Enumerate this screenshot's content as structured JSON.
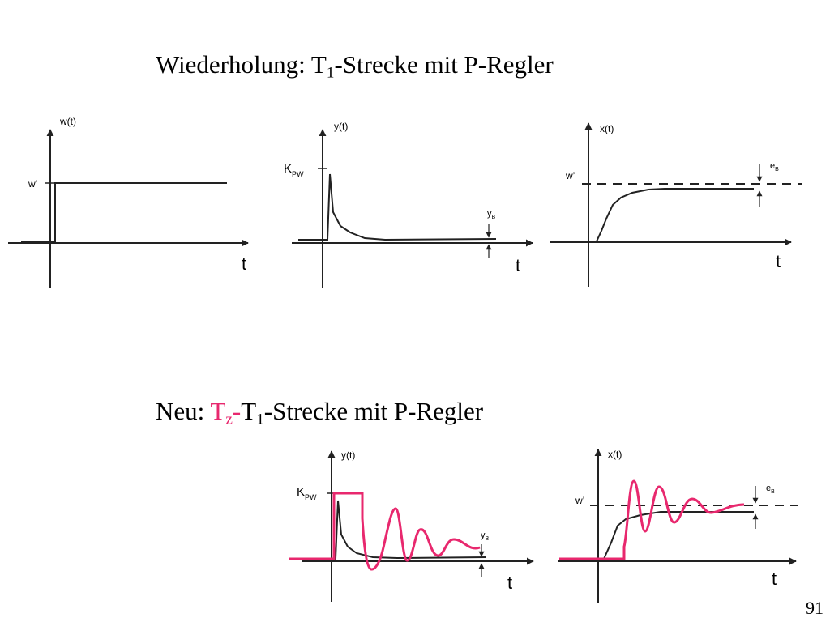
{
  "title_top": {
    "prefix": "Wiederholung: T",
    "sub": "1",
    "suffix": "-Strecke mit P-Regler"
  },
  "title_bottom": {
    "prefix": "Neu: ",
    "t_z": "T",
    "z_sub": "z",
    "dash": "-",
    "t1": "T",
    "one_sub": "1",
    "suffix": "-Strecke mit P-Regler"
  },
  "colors": {
    "line": "#222222",
    "accent": "#e8286e"
  },
  "labels": {
    "w_axis": "w(t)",
    "y_axis": "y(t)",
    "x_axis": "x(t)",
    "w_prime": "w’",
    "time": "t",
    "kpw_main": "K",
    "kpw_sub": "PW",
    "yb_main": "y",
    "yb_sub": "B",
    "eb_main": "e",
    "eb_sub": "B"
  },
  "page_number": "91"
}
